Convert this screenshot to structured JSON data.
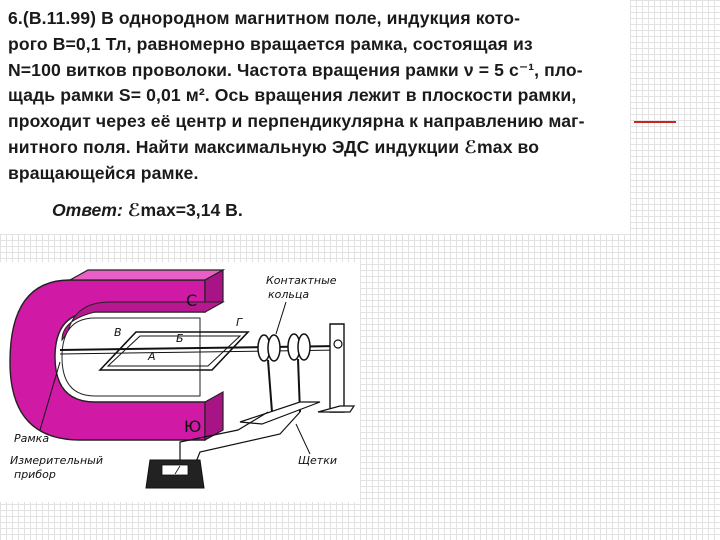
{
  "problem": {
    "lines": [
      "6.(В.11.99) В однородном магнитном поле, индукция кото-",
      "рого B=0,1 Тл, равномерно вращается рамка, состоящая из",
      "N=100 витков проволоки. Частота вращения рамки ν = 5 с⁻¹, пло-",
      "щадь рамки S= 0,01 м². Ось вращения лежит в плоскости рамки,",
      "проходит через её центр и перпендикулярна к направлению маг-",
      "нитного поля. Найти максимальную ЭДС индукции ℰmax во",
      "вращающейся рамке."
    ]
  },
  "answer": {
    "label": "Ответ:",
    "value": "ℰmax=3,14 В."
  },
  "figure": {
    "contact_rings_label_1": "Контактные",
    "contact_rings_label_2": "кольца",
    "frame_label": "Рамка",
    "meter_label_1": "Измерительный",
    "meter_label_2": "прибор",
    "brushes_label": "Щетки",
    "pole_north": "С",
    "pole_south": "Ю",
    "point_a": "А",
    "point_b": "Б",
    "point_v": "В",
    "point_g": "Г",
    "magnet_color": "#d01aa6"
  }
}
